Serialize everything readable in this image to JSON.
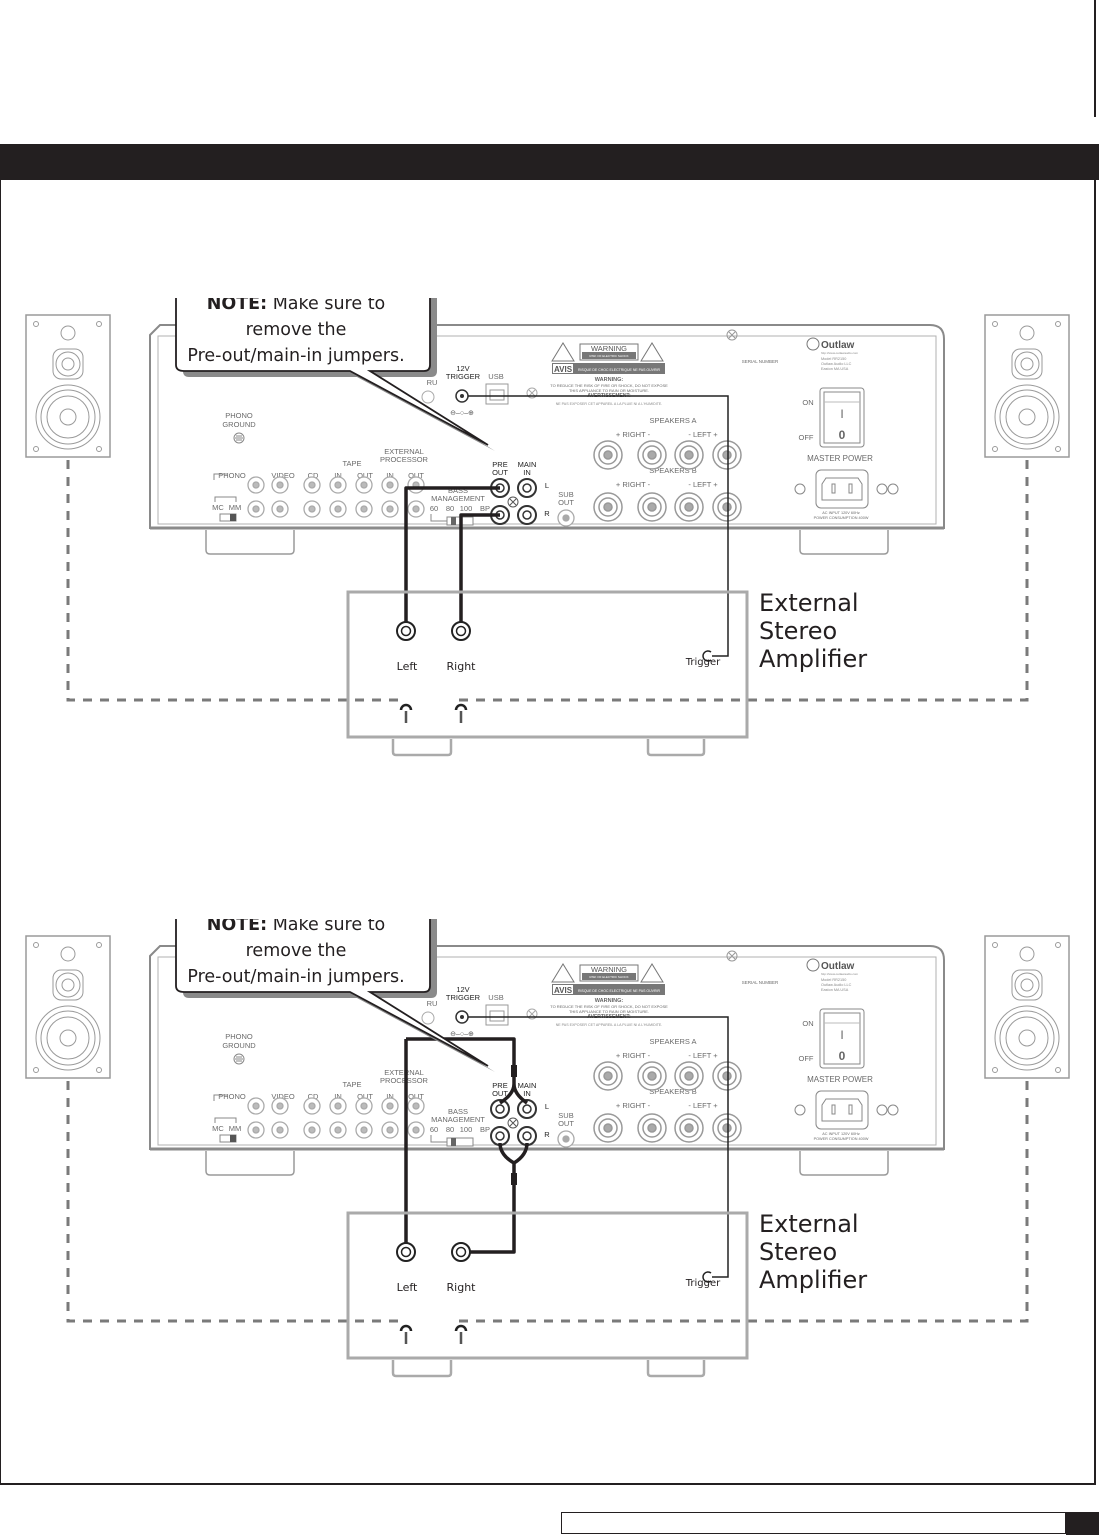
{
  "page": {
    "accent_color": "#231f20",
    "panel_gray": "#8a8a8a",
    "dash_gray": "#7a7a7a"
  },
  "diagrams": [
    {
      "id": "diagram-1",
      "callout": {
        "bold": "NOTE:",
        "line1_rest": " Make sure to",
        "line2": "remove the",
        "line3": "Pre-out/main-in jumpers."
      },
      "receiver": {
        "labels": {
          "thru": "RU",
          "trigger_top": "12V",
          "trigger": "TRIGGER",
          "usb": "USB",
          "phono_ground_1": "PHONO",
          "phono_ground_2": "GROUND",
          "external_1": "EXTERNAL",
          "external_2": "PROCESSOR",
          "tape": "TAPE",
          "phono": "PHONO",
          "video": "VIDEO",
          "cd": "CD",
          "tape_in": "IN",
          "tape_out": "OUT",
          "ext_in": "IN",
          "ext_out": "OUT",
          "mc": "MC",
          "mm": "MM",
          "pre_1": "PRE",
          "pre_2": "OUT",
          "main_1": "MAIN",
          "main_2": "IN",
          "bass_1": "BASS",
          "bass_2": "MANAGEMENT",
          "bass_opts": [
            "60",
            "80",
            "100",
            "BP"
          ],
          "l": "L",
          "r": "R",
          "sub_1": "SUB",
          "sub_2": "OUT",
          "warning": "WARNING",
          "warning_sub1": "RISK OF ELECTRIC SHOCK",
          "warning_sub2": "DO NOT OPEN",
          "avis": "AVIS",
          "avis_text": "RISQUE DE CHOC ELECTRIQUE NE PAS OUVRIR",
          "warning2": "WARNING:",
          "warning2_l1": "TO REDUCE THE RISK OF FIRE OR SHOCK, DO NOT EXPOSE",
          "warning2_l2": "THIS APPLIANCE TO RAIN OR MOISTURE.",
          "avert": "AVERTISSEMENT:",
          "avert_l1": "NE PAS EXPOSER CET APPAREIL A LA PLUIE NI A L'HUMIDITE.",
          "serial": "SERIAL NUMBER",
          "brand": "Outlaw",
          "brand_l1": "http://www.outlawaudio.com",
          "brand_l2": "Model RR2150",
          "brand_l3": "Outlaw Audio LLC",
          "brand_l4": "Easton MA USA",
          "speakers_a": "SPEAKERS A",
          "speakers_b": "SPEAKERS B",
          "right": "+ RIGHT -",
          "left": "-  LEFT  +",
          "on": "ON",
          "off": "OFF",
          "switch_on": "I",
          "switch_off": "0",
          "master_power": "MASTER POWER",
          "ac_1": "AC INPUT 120V 60Hz",
          "ac_2": "POWER CONSUMPTION 400W"
        }
      },
      "amplifier": {
        "title_l1": "External",
        "title_l2": "Stereo",
        "title_l3": "Amplifier",
        "left": "Left",
        "right": "Right",
        "trigger": "Trigger"
      }
    },
    {
      "id": "diagram-2",
      "callout": {
        "bold": "NOTE:",
        "line1_rest": " Make sure to",
        "line2": "remove the",
        "line3": "Pre-out/main-in jumpers."
      },
      "receiver": {
        "labels": {
          "thru": "RU",
          "trigger_top": "12V",
          "trigger": "TRIGGER",
          "usb": "USB",
          "phono_ground_1": "PHONO",
          "phono_ground_2": "GROUND",
          "external_1": "EXTERNAL",
          "external_2": "PROCESSOR",
          "tape": "TAPE",
          "phono": "PHONO",
          "video": "VIDEO",
          "cd": "CD",
          "tape_in": "IN",
          "tape_out": "OUT",
          "ext_in": "IN",
          "ext_out": "OUT",
          "mc": "MC",
          "mm": "MM",
          "pre_1": "PRE",
          "pre_2": "OUT",
          "main_1": "MAIN",
          "main_2": "IN",
          "bass_1": "BASS",
          "bass_2": "MANAGEMENT",
          "bass_opts": [
            "60",
            "80",
            "100",
            "BP"
          ],
          "l": "L",
          "r": "R",
          "sub_1": "SUB",
          "sub_2": "OUT",
          "warning": "WARNING",
          "warning_sub1": "RISK OF ELECTRIC SHOCK",
          "warning_sub2": "DO NOT OPEN",
          "avis": "AVIS",
          "avis_text": "RISQUE DE CHOC ELECTRIQUE NE PAS OUVRIR",
          "warning2": "WARNING:",
          "warning2_l1": "TO REDUCE THE RISK OF FIRE OR SHOCK, DO NOT EXPOSE",
          "warning2_l2": "THIS APPLIANCE TO RAIN OR MOISTURE.",
          "avert": "AVERTISSEMENT:",
          "avert_l1": "NE PAS EXPOSER CET APPAREIL A LA PLUIE NI A L'HUMIDITE.",
          "serial": "SERIAL NUMBER",
          "brand": "Outlaw",
          "brand_l1": "http://www.outlawaudio.com",
          "brand_l2": "Model RR2150",
          "brand_l3": "Outlaw Audio LLC",
          "brand_l4": "Easton MA USA",
          "speakers_a": "SPEAKERS A",
          "speakers_b": "SPEAKERS B",
          "right": "+ RIGHT -",
          "left": "-  LEFT  +",
          "on": "ON",
          "off": "OFF",
          "switch_on": "I",
          "switch_off": "0",
          "master_power": "MASTER POWER",
          "ac_1": "AC INPUT 120V 60Hz",
          "ac_2": "POWER CONSUMPTION 400W"
        }
      },
      "amplifier": {
        "title_l1": "External",
        "title_l2": "Stereo",
        "title_l3": "Amplifier",
        "left": "Left",
        "right": "Right",
        "trigger": "Trigger"
      }
    }
  ]
}
